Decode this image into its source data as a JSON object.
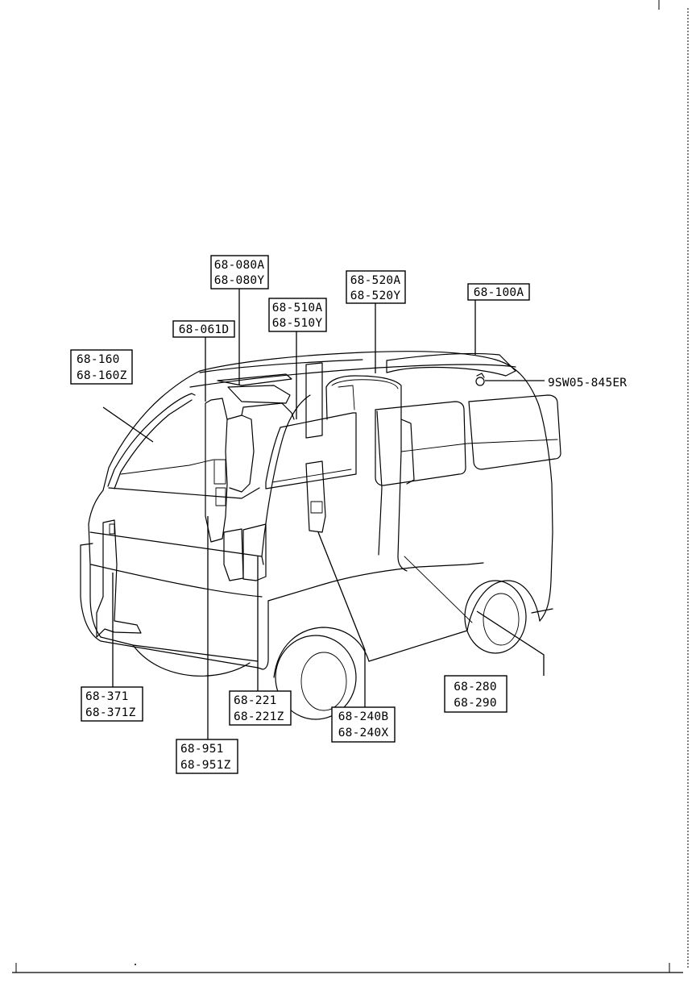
{
  "parts": {
    "p080": {
      "lines": [
        "68-080A",
        "68-080Y"
      ]
    },
    "p520": {
      "lines": [
        "68-520A",
        "68-520Y"
      ]
    },
    "p100": {
      "lines": [
        "68-100A"
      ]
    },
    "p510": {
      "lines": [
        "68-510A",
        "68-510Y"
      ]
    },
    "p061": {
      "lines": [
        "68-061D"
      ]
    },
    "p160": {
      "lines": [
        "68-160",
        "68-160Z"
      ]
    },
    "p9sw": {
      "lines": [
        "9SW05-845ER"
      ]
    },
    "p280": {
      "lines": [
        "68-280",
        "68-290"
      ]
    },
    "p371": {
      "lines": [
        "68-371",
        "68-371Z"
      ]
    },
    "p221": {
      "lines": [
        "68-221",
        "68-221Z"
      ]
    },
    "p240": {
      "lines": [
        "68-240B",
        "68-240X"
      ]
    },
    "p951": {
      "lines": [
        "68-951",
        "68-951Z"
      ]
    }
  }
}
